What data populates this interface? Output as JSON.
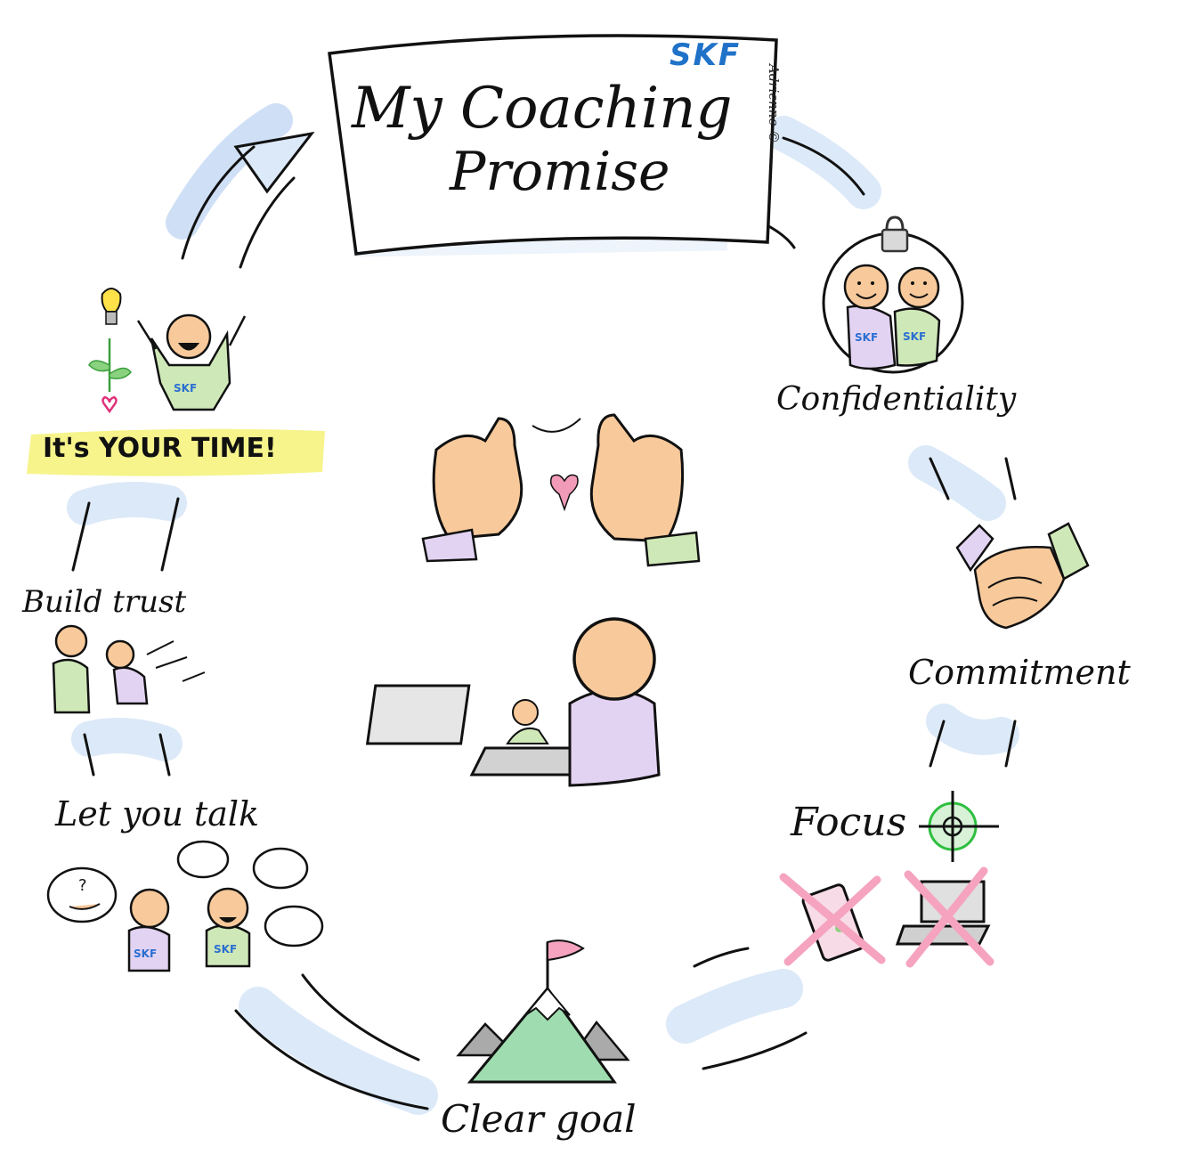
{
  "title": {
    "line1": "My Coaching",
    "line2": "Promise"
  },
  "brand": "SKF",
  "artist_signature": "Adrienne ©",
  "steps": {
    "confidentiality": "Confidentiality",
    "commitment": "Commitment",
    "focus": "Focus",
    "clear_goal": "Clear goal",
    "let_you_talk": "Let you talk",
    "build_trust": "Build trust",
    "your_time": "It's YOUR TIME!"
  },
  "shirt_logo": "SKF",
  "speech_bubble_question": "?",
  "colors": {
    "arrow_fill": "#dce9f8",
    "highlight": "#f6f48a",
    "skin": "#f8c99a",
    "shirt_green": "#cfe8b8",
    "shirt_purple": "#e3d3f2",
    "heart": "#f29bb8",
    "mountain": "#9fdcb0",
    "strike_pink": "#f5a3bf",
    "target_green": "#2fbf3f",
    "brand_blue": "#1f72c8"
  },
  "icons": [
    "lock-icon",
    "handshake-icon",
    "target-icon",
    "phone-icon",
    "laptop-icon",
    "mountain-icon",
    "flag-icon",
    "heart-icon",
    "lightbulb-icon",
    "sprout-icon",
    "pinky-promise-icon"
  ]
}
